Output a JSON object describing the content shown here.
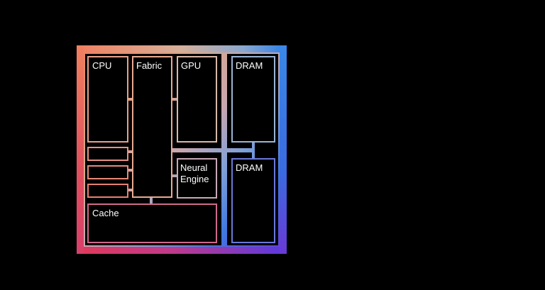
{
  "blocks": {
    "cpu": "CPU",
    "fabric": "Fabric",
    "gpu": "GPU",
    "dram_top": "DRAM",
    "dram_bottom": "DRAM",
    "neural_engine_line1": "Neural",
    "neural_engine_line2": "Engine",
    "cache": "Cache"
  },
  "colors": {
    "background": "#000000",
    "block_fill": "#000000",
    "gradient_stops": [
      "#f08a5d",
      "#d6a07a",
      "#bfa59a",
      "#b8b0c0",
      "#8fa8d8",
      "#3f8fd8",
      "#2f6fe0",
      "#5a4ce0",
      "#8a3cc8",
      "#c23a8f",
      "#e0405c",
      "#e85a60"
    ]
  }
}
